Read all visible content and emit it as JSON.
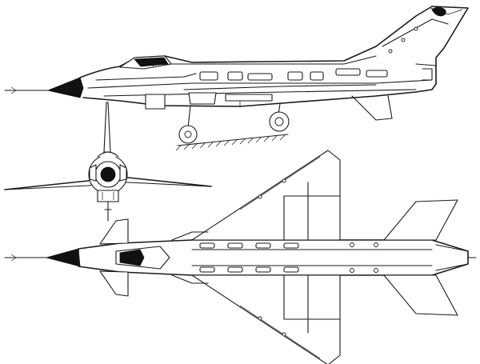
{
  "drawing": {
    "views": [
      "side",
      "front",
      "top"
    ],
    "line_color": "#1a1a1a",
    "background": "#ffffff"
  }
}
